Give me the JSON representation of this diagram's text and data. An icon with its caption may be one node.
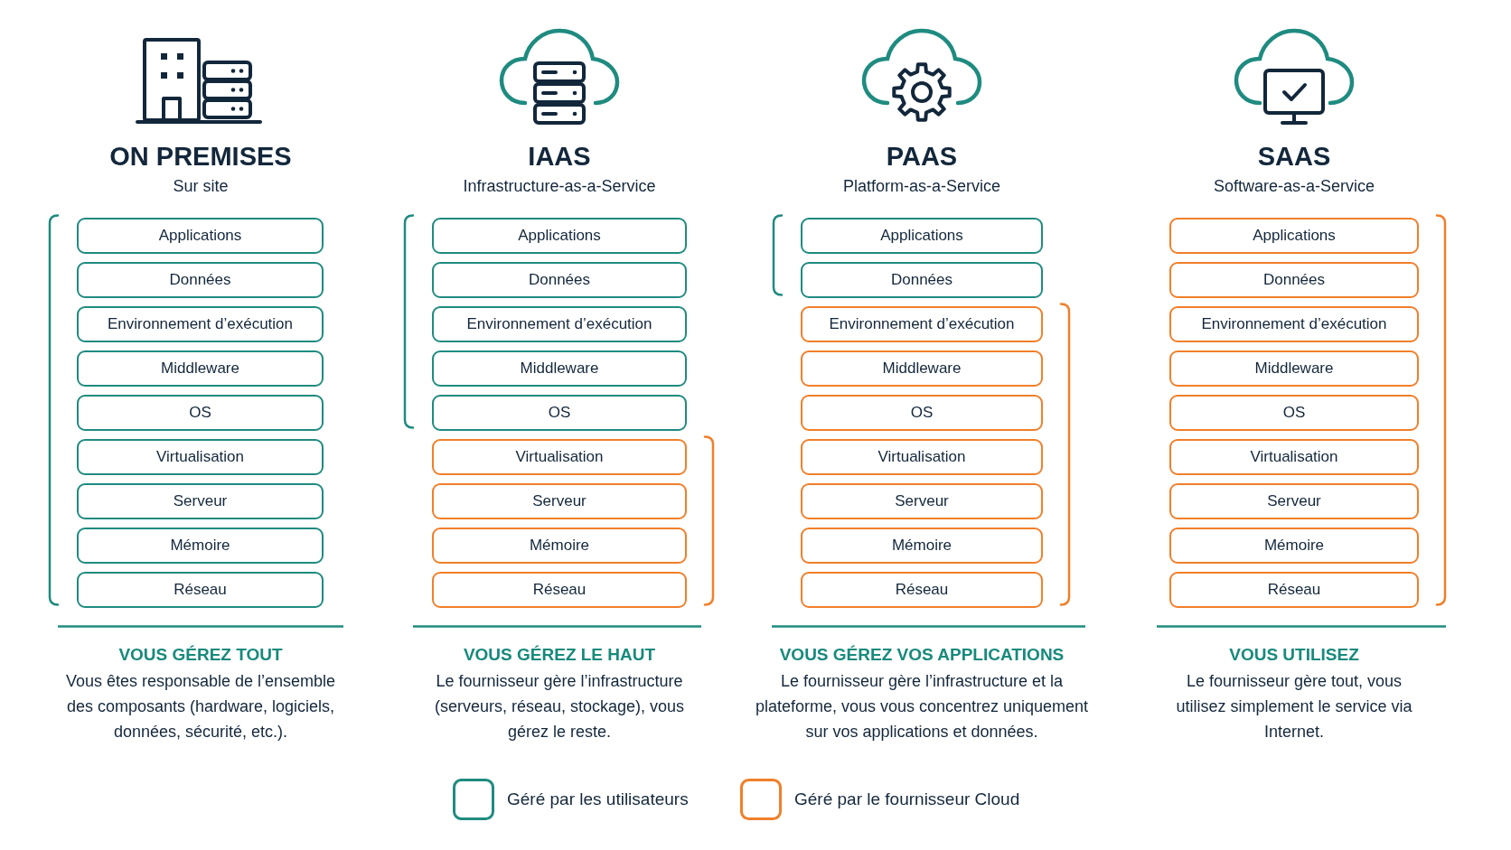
{
  "diagram": {
    "nodes": [
      {
        "text": [
          "Applications"
        ]
      },
      {
        "text": [
          "Données"
        ]
      },
      {
        "text": [
          "Environnement d’exécution"
        ]
      },
      {
        "text": [
          "Middleware"
        ]
      },
      {
        "text": [
          "OS"
        ]
      },
      {
        "text": [
          "Virtualisation"
        ]
      },
      {
        "text": [
          "Serveur"
        ]
      },
      {
        "text": [
          "Mémoire"
        ]
      },
      {
        "text": [
          "Réseau"
        ]
      },
      {
        "text": [
          "Applications"
        ]
      },
      {
        "text": [
          "Données"
        ]
      },
      {
        "text": [
          "Environnement d’exécution"
        ]
      },
      {
        "text": [
          "Middleware"
        ]
      },
      {
        "text": [
          "OS"
        ]
      },
      {
        "text": [
          "Virtualisation"
        ]
      },
      {
        "text": [
          "Serveur"
        ]
      },
      {
        "text": [
          "Mémoire"
        ]
      },
      {
        "text": [
          "Réseau"
        ]
      },
      {
        "text": [
          "Applications"
        ]
      },
      {
        "text": [
          "Données"
        ]
      },
      {
        "text": [
          "Environnement d’exécution"
        ]
      },
      {
        "text": [
          "Middleware"
        ]
      },
      {
        "text": [
          "OS"
        ]
      },
      {
        "text": [
          "Virtualisation"
        ]
      },
      {
        "text": [
          "Serveur"
        ]
      },
      {
        "text": [
          "Mémoire"
        ]
      },
      {
        "text": [
          "Réseau"
        ]
      },
      {
        "text": [
          "Applications"
        ]
      },
      {
        "text": [
          "Données"
        ]
      },
      {
        "text": [
          "Environnement d’exécution"
        ]
      },
      {
        "text": [
          "Middleware"
        ]
      },
      {
        "text": [
          "OS"
        ]
      },
      {
        "text": [
          "Virtualisation"
        ]
      },
      {
        "text": [
          "Serveur"
        ]
      },
      {
        "text": [
          "Mémoire"
        ]
      },
      {
        "text": [
          "Réseau"
        ]
      }
    ],
    "labels": [
      "ON PREMISES",
      "Sur site",
      "IAAS",
      "Infrastructure-as-a-Service",
      "PAAS",
      "Platform-as-a-Service",
      "SAAS",
      "Software-as-a-Service",
      "VOUS GÉREZ TOUT",
      "Vous êtes responsable de l’ensemble des composants (hardware, logiciels, données, sécurité, etc.).",
      "VOUS GÉREZ LE HAUT",
      "Le fournisseur gère l’infrastructure (serveurs, réseau, stockage), vous gérez le reste.",
      "VOUS GÉREZ VOS APPLICATIONS",
      "Le fournisseur gère l’infrastructure et la plateforme, vous vous concentrez uniquement sur vos applications et données.",
      "VOUS UTILISEZ",
      "Le fournisseur gère tout, vous utilisez simplement le service via Internet."
    ],
    "legend": [
      {
        "text": "Géré par les utilisateurs",
        "color": "#1f8b80"
      },
      {
        "text": "Géré par le fournisseur Cloud",
        "color": "#f07f2a"
      }
    ]
  }
}
